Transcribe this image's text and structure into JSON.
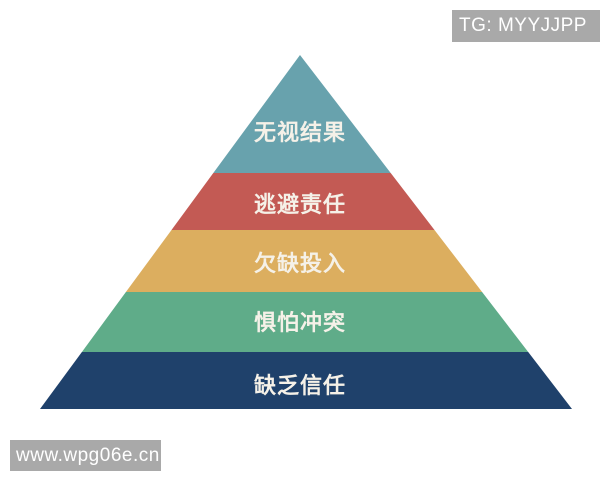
{
  "page": {
    "background": "#ffffff"
  },
  "watermarks": {
    "top_right": {
      "text": "TG: MYYJJPP",
      "background": "#a9a9a9",
      "text_color": "#ffffff"
    },
    "bottom_left": {
      "text": "www.wpg06e.cn",
      "background": "#a9a9a9",
      "text_color": "#ffffff"
    }
  },
  "pyramid": {
    "type": "pyramid",
    "label_color": "#f5f1e8",
    "layers": [
      {
        "rank": 1,
        "label": "无视结果",
        "color": "#68a2ad"
      },
      {
        "rank": 2,
        "label": "逃避责任",
        "color": "#c35a54"
      },
      {
        "rank": 3,
        "label": "欠缺投入",
        "color": "#dcae5f"
      },
      {
        "rank": 4,
        "label": "惧怕冲突",
        "color": "#5fac89"
      },
      {
        "rank": 5,
        "label": "缺乏信任",
        "color": "#1f416b"
      }
    ]
  }
}
